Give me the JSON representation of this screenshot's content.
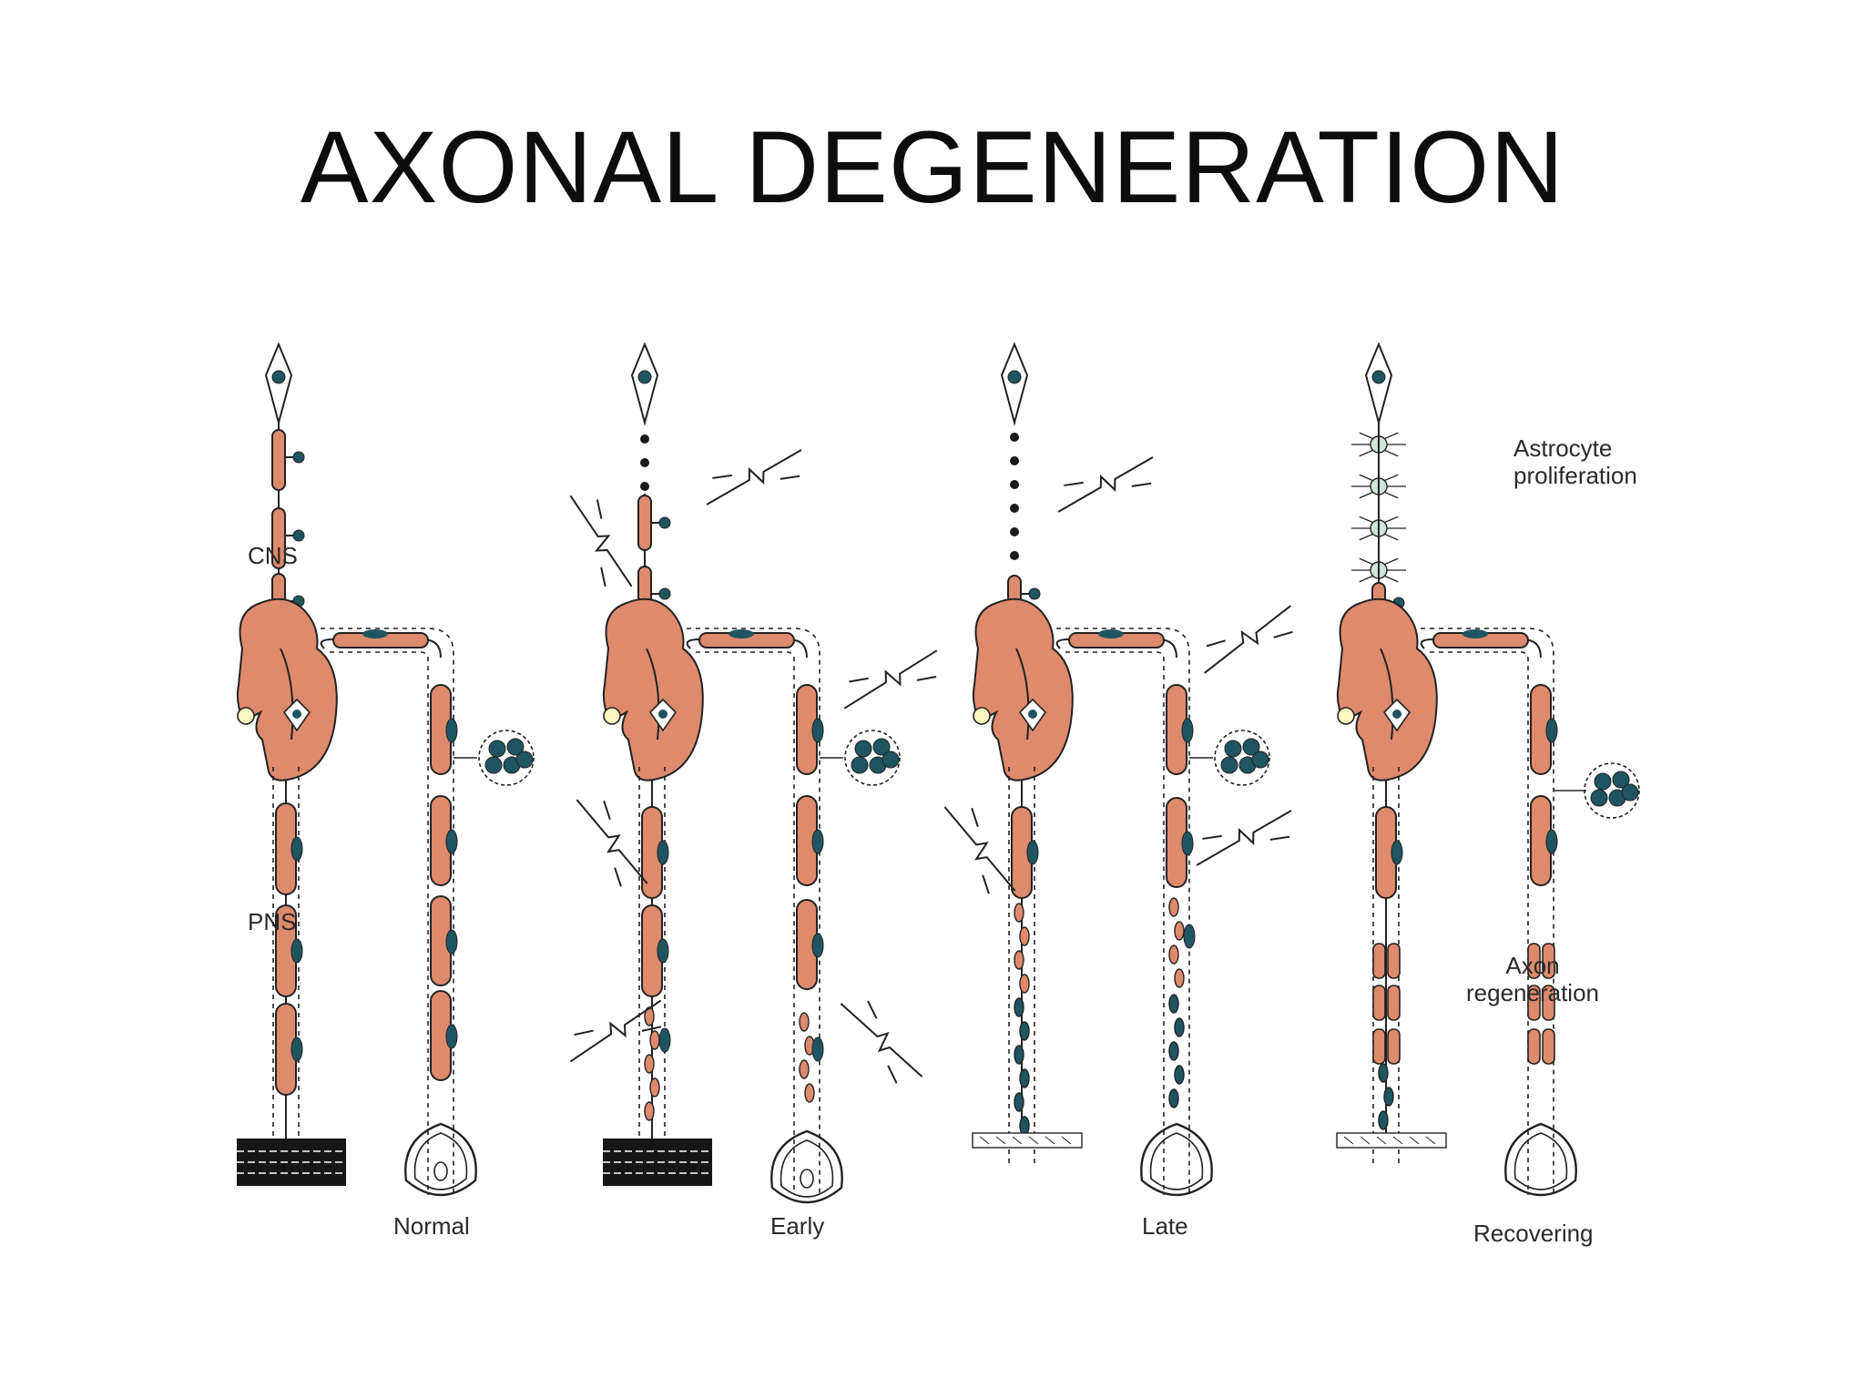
{
  "title": "AXONAL DEGENERATION",
  "figure": {
    "region_labels": {
      "cns": "CNS",
      "pns": "PNS"
    },
    "panels": [
      {
        "id": "normal",
        "label": "Normal"
      },
      {
        "id": "early",
        "label": "Early"
      },
      {
        "id": "late",
        "label": "Late"
      },
      {
        "id": "recovering",
        "label": "Recovering"
      }
    ],
    "annotations": {
      "astrocyte": "Astrocyte\nproliferation",
      "axon_regeneration": "Axon\nregeneration"
    },
    "colors": {
      "myelin": "#de8a6d",
      "outline": "#222222",
      "nucleus": "#1f5560",
      "background": "#ffffff"
    }
  }
}
